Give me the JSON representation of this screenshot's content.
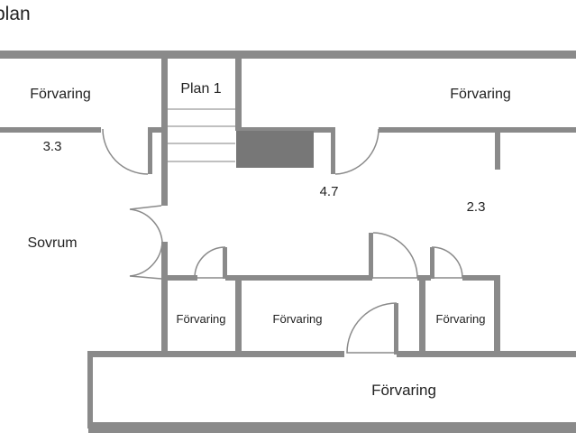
{
  "header": {
    "title": "plan"
  },
  "stair": {
    "label": "Plan 1"
  },
  "rooms": {
    "storage_top_left": "Förvaring",
    "storage_top_right": "Förvaring",
    "bedroom": "Sovrum",
    "closet_1": "Förvaring",
    "closet_2": "Förvaring",
    "closet_3": "Förvaring",
    "storage_bottom": "Förvaring"
  },
  "dimensions": {
    "d1": "3.3",
    "d2": "4.7",
    "d3": "2.3"
  },
  "colors": {
    "wall": "#8a8a8a",
    "stair_block": "#777777",
    "text": "#222222"
  }
}
